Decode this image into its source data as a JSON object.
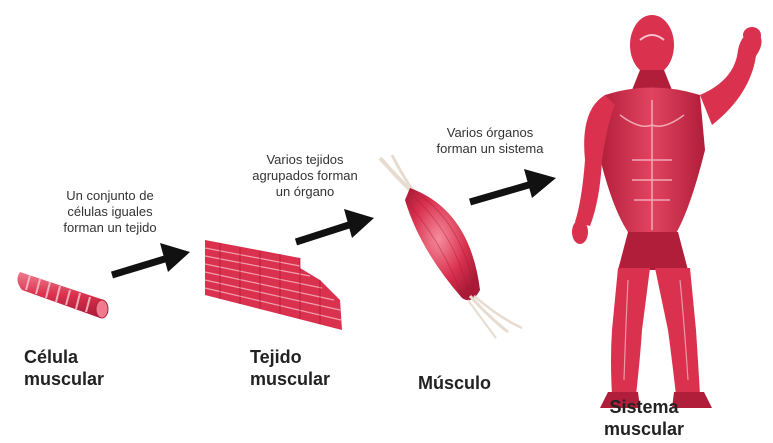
{
  "captions": {
    "cells_to_tissue": "Un conjunto de\ncélulas iguales\nforman un tejido",
    "tissues_to_organ": "Varios tejidos\nagrupados forman\nun órgano",
    "organs_to_system": "Varios órganos\nforman un sistema"
  },
  "labels": {
    "cell": "Célula\nmuscular",
    "tissue": "Tejido\nmuscular",
    "organ": "Músculo",
    "system": "Sistema\nmuscular"
  },
  "colors": {
    "muscle": "#d9314e",
    "muscle_dark": "#b01e3a",
    "muscle_light": "#f07b8e",
    "tendon": "#e8dcd0",
    "arrow": "#111111"
  }
}
